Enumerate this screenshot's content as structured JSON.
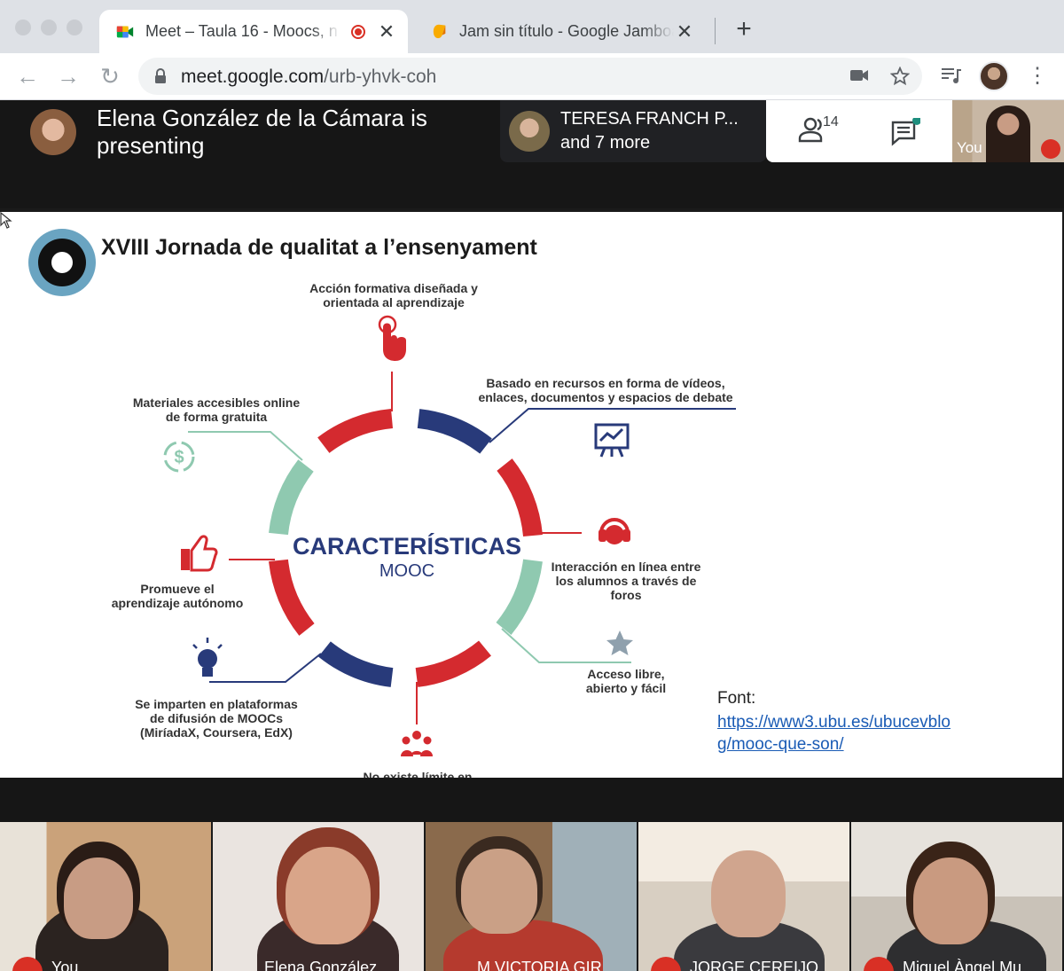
{
  "browser": {
    "tabs": [
      {
        "title": "Meet – Taula 16 - Moocs, n",
        "favicon": "google-meet-icon",
        "recording": true
      },
      {
        "title": "Jam sin título - Google Jamboard",
        "favicon": "jamboard-icon"
      }
    ],
    "url_host": "meet.google.com",
    "url_path": "/urb-yhvk-coh"
  },
  "meet": {
    "presenter_text": "Elena González de la Cámara is presenting",
    "others_name": "TERESA FRANCH P...",
    "others_more": "and 7 more",
    "participant_count": "14",
    "self_label": "You"
  },
  "slide": {
    "title": "XVIII Jornada de qualitat a l’ensenyament",
    "center_title": "CARACTERÍSTICAS",
    "center_subtitle": "MOOC",
    "items": {
      "top": [
        "Acción formativa diseñada y",
        "orientada al aprendizaje"
      ],
      "recursos": [
        "Basado en recursos en forma de vídeos,",
        "enlaces, documentos y espacios de debate"
      ],
      "materiales": [
        "Materiales accesibles online",
        "de forma gratuita"
      ],
      "interaccion": [
        "Interacción en línea entre",
        "los alumnos a través de",
        "foros"
      ],
      "autonomo": [
        "Promueve el",
        "aprendizaje autónomo"
      ],
      "acceso": [
        "Acceso libre,",
        "abierto y fácil"
      ],
      "plataformas": [
        "Se imparten en plataformas",
        "de difusión de MOOCs",
        "(MiríadaX, Coursera, EdX)"
      ],
      "limite": "No existe límite en"
    },
    "font_label": "Font:",
    "font_link": "https://www3.ubu.es/ubucevblog/mooc-que-son/"
  },
  "participants": [
    {
      "name": "You",
      "muted": true
    },
    {
      "name": "Elena González",
      "muted": false
    },
    {
      "name": "M.VICTORIA GIR",
      "muted": false
    },
    {
      "name": "JORGE CEREIJO",
      "muted": true
    },
    {
      "name": "Miquel Àngel Mu",
      "muted": true
    }
  ],
  "colors": {
    "red": "#d42a2f",
    "navy": "#283a7a",
    "mint": "#8fc9b0",
    "meet_dark": "#161616",
    "link": "#1a5bb5"
  }
}
